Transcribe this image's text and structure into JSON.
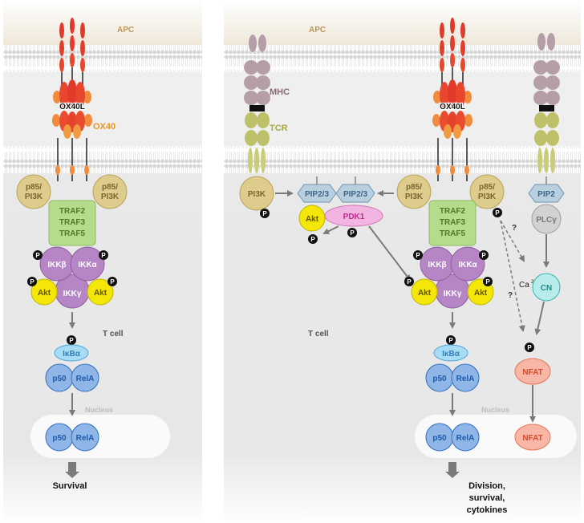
{
  "left": {
    "apc": "APC",
    "ligand": "OX40L",
    "receptor": "OX40",
    "p85_left": [
      "p85/",
      "PI3K"
    ],
    "p85_right": [
      "p85/",
      "PI3K"
    ],
    "traf": [
      "TRAF2",
      "TRAF3",
      "TRAF5"
    ],
    "ikkb": "IKKβ",
    "ikka": "IKKα",
    "ikkg": "IKKγ",
    "akt_l": "Akt",
    "akt_r": "Akt",
    "p": "P",
    "tcell": "T cell",
    "ikba": "IκBα",
    "p50": "p50",
    "rela": "RelA",
    "nucleus": "Nucleus",
    "nuc_p50": "p50",
    "nuc_rela": "RelA",
    "outcome": "Survival"
  },
  "right": {
    "apc": "APC",
    "mhc": "MHC",
    "tcr": "TCR",
    "pi3k": "PI3K",
    "pip23_a": "PIP2/3",
    "pip23_b": "PIP2/3",
    "akt_mid": "Akt",
    "pdk1": "PDK1",
    "ligand": "OX40L",
    "p85_left": [
      "p85/",
      "PI3K"
    ],
    "p85_right": [
      "p85/",
      "PI3K"
    ],
    "traf": [
      "TRAF2",
      "TRAF3",
      "TRAF5"
    ],
    "ikkb": "IKKβ",
    "ikka": "IKKα",
    "ikkg": "IKKγ",
    "akt_l": "Akt",
    "akt_r": "Akt",
    "p": "P",
    "q1": "?",
    "q2": "?",
    "ca": "Ca",
    "ca_sup": "2+",
    "pip2": "PIP2",
    "plcg": "PLCγ",
    "cn": "CN",
    "nfat": "NFAT",
    "tcell": "T cell",
    "ikba": "IκBα",
    "p50": "p50",
    "rela": "RelA",
    "nucleus": "Nucleus",
    "nuc_p50": "p50",
    "nuc_rela": "RelA",
    "nuc_nfat": "NFAT",
    "outcome": [
      "Division,",
      "survival,",
      "cytokines"
    ]
  },
  "colors": {
    "apc_text": "#b8965a",
    "pi3k": "#ddcc8c",
    "traf": "#b5dc8c",
    "ikk": "#b585c5",
    "akt": "#f5e60a",
    "ikba": "#a8dcf5",
    "nfkb": "#8fb6e6",
    "pip": "#b8cfe0",
    "pdk1": "#f2b5e2",
    "plcg": "#d2d2d2",
    "cn": "#b8ecea",
    "nfat": "#f7b6a6"
  }
}
